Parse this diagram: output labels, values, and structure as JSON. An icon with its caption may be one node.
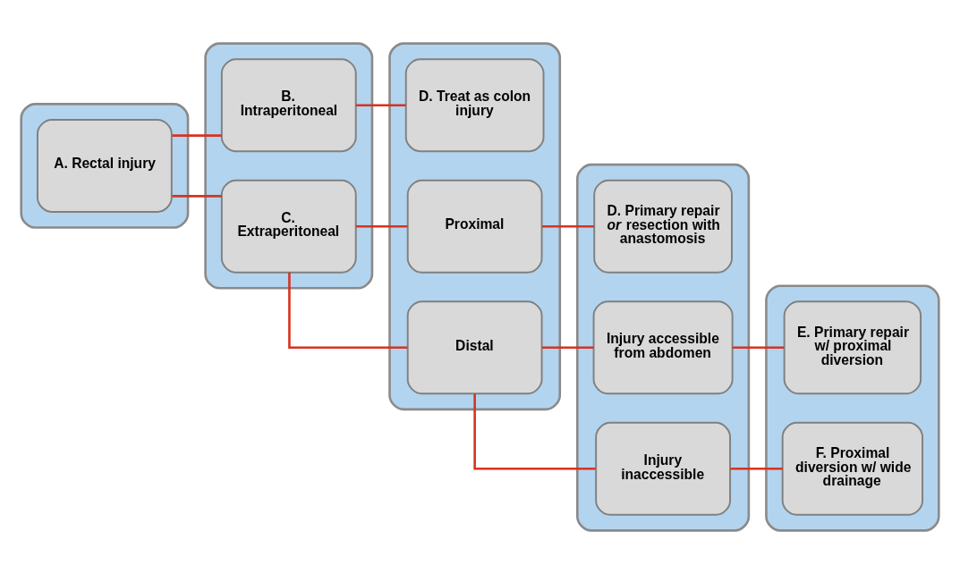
{
  "diagram": {
    "nodes": [
      {
        "text": [],
        "shape": "box"
      },
      {
        "text": [
          "A. Rectal injury"
        ],
        "in": 0
      },
      {
        "text": [],
        "shape": "box"
      },
      {
        "text": [
          "B. Intraperitoneal"
        ],
        "in": 2
      },
      {
        "text": [
          "C. Extraperitoneal"
        ],
        "in": 2
      },
      {
        "text": [],
        "shape": "box"
      },
      {
        "text": [
          "D. Treat as colon injury"
        ],
        "in": 5
      },
      {
        "text": [
          "Proximal"
        ],
        "in": 5
      },
      {
        "text": [
          "Distal"
        ],
        "in": 5
      },
      {
        "text": [],
        "shape": "box"
      },
      {
        "text": [
          "D. Primary repair *or* resection with anastomosis"
        ],
        "in": 9
      },
      {
        "text": [
          "Injury accessible from abdomen"
        ],
        "in": 9
      },
      {
        "text": [
          "Injury inaccessible"
        ],
        "in": 9
      },
      {
        "text": [],
        "shape": "box"
      },
      {
        "text": [
          "E. Primary repair w/ proximal diversion"
        ],
        "in": 13
      },
      {
        "text": [
          "F. Proximal diversion w/ wide drainage"
        ],
        "in": 13
      }
    ],
    "edges": [
      {
        "from": 1,
        "to": 3,
        "arrow": "none"
      },
      {
        "from": 1,
        "to": 4,
        "arrow": "none"
      },
      {
        "from": 3,
        "to": 6,
        "arrow": "none"
      },
      {
        "from": 4,
        "to": 7,
        "arrow": "none"
      },
      {
        "from": 4,
        "to": 8,
        "arrow": "none"
      },
      {
        "from": 7,
        "to": 10,
        "arrow": "none"
      },
      {
        "from": 8,
        "to": 11,
        "arrow": "none"
      },
      {
        "from": 8,
        "to": 12,
        "arrow": "none"
      },
      {
        "from": 11,
        "to": 14,
        "arrow": "none"
      },
      {
        "from": 12,
        "to": 15,
        "arrow": "none"
      }
    ]
  }
}
